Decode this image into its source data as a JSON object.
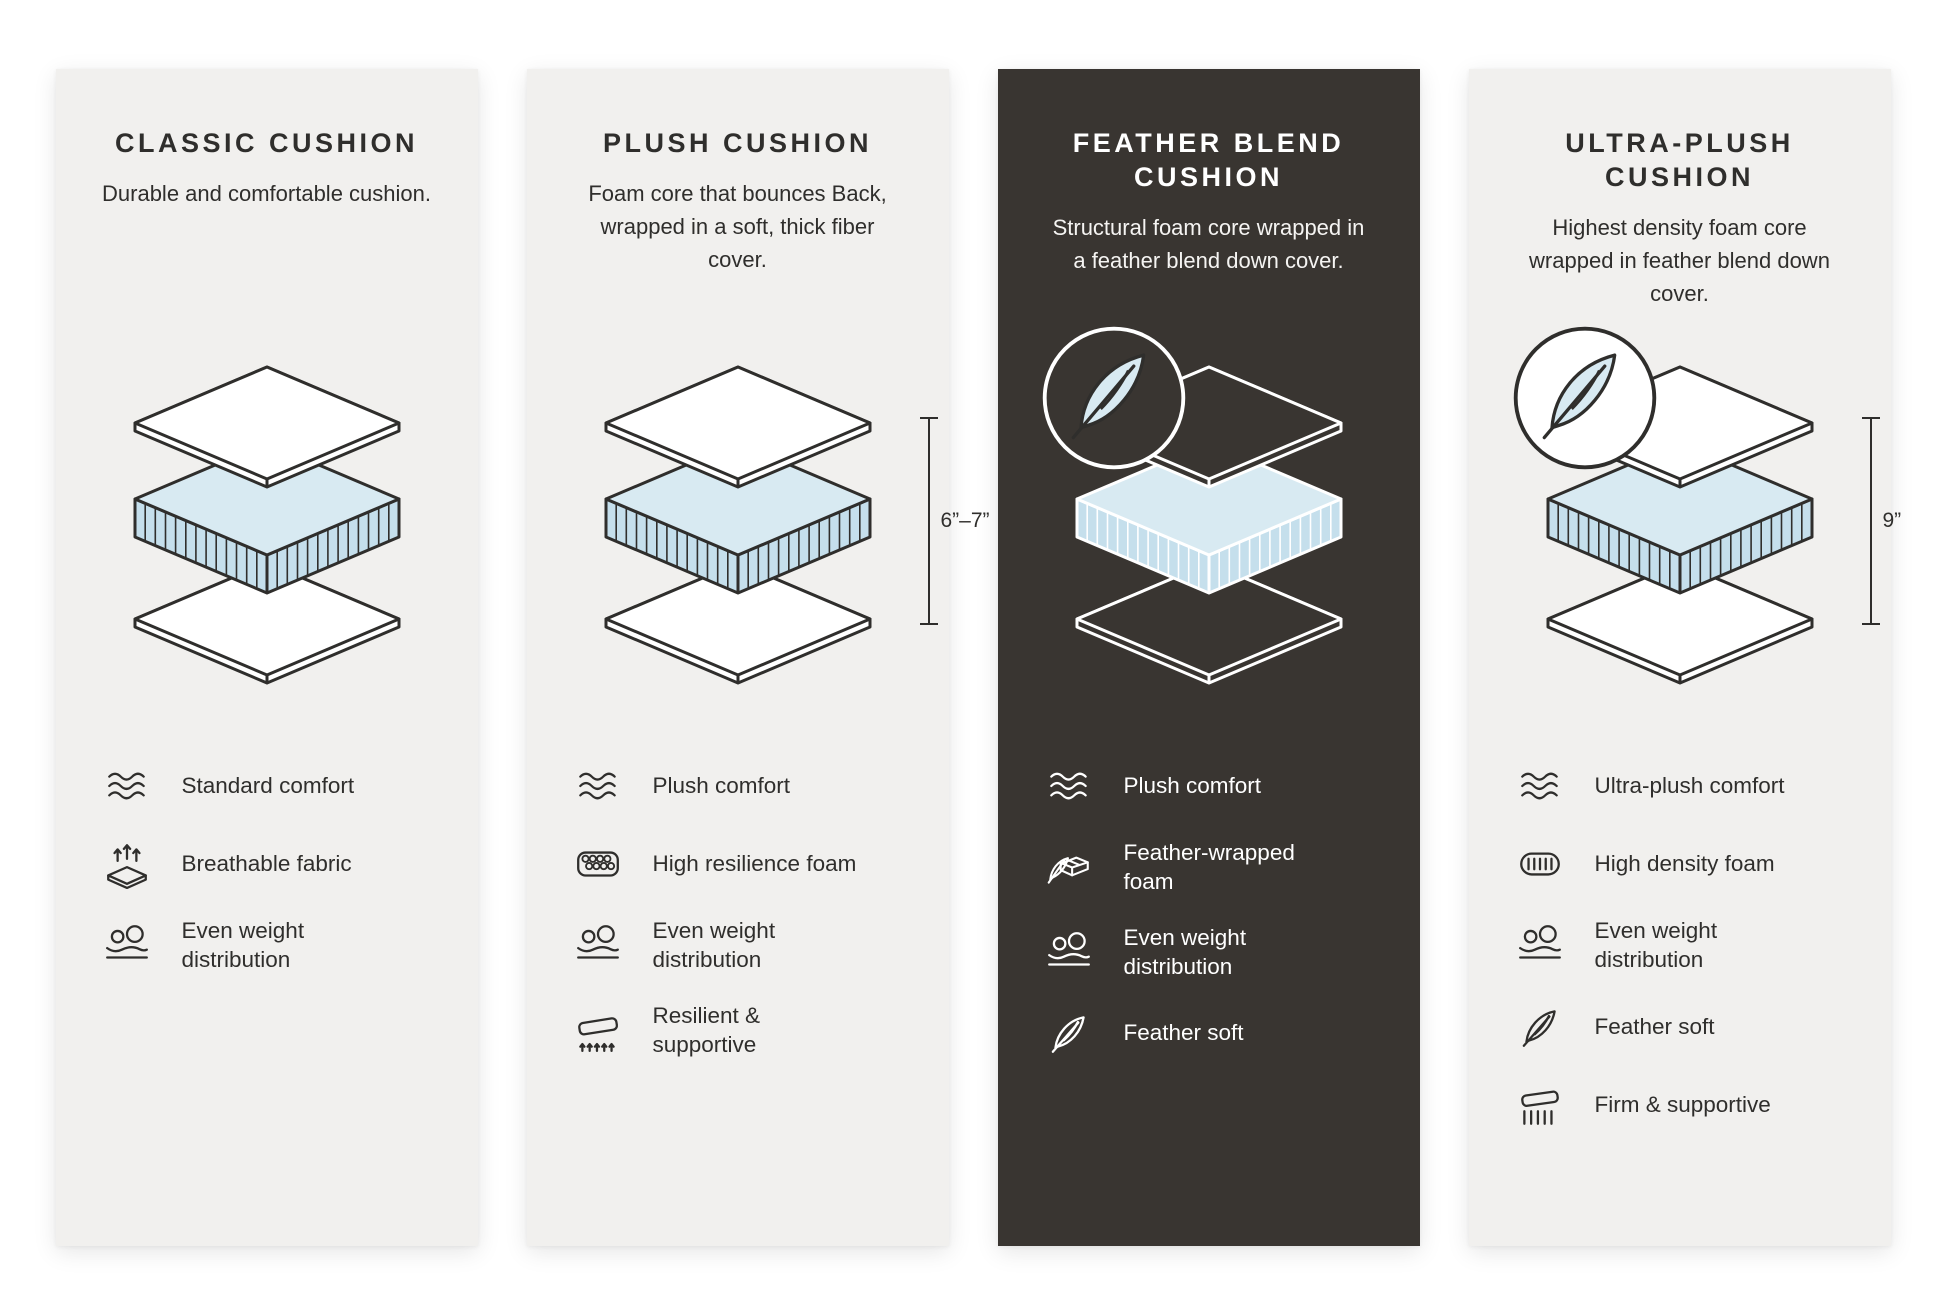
{
  "colors": {
    "background": "#ffffff",
    "card_light_bg": "#f1f0ee",
    "card_dark_bg": "#393531",
    "foam_blue": "#c5dfec",
    "text_dark": "#2f2e2c",
    "text_light": "#ffffff"
  },
  "cards": [
    {
      "title": "CLASSIC CUSHION",
      "description": "Durable and comfortable cushion.",
      "theme": "light",
      "features": [
        {
          "icon": "waves-icon",
          "label": "Standard comfort"
        },
        {
          "icon": "breathable-icon",
          "label": "Breathable fabric"
        },
        {
          "icon": "even-weight-icon",
          "label": "Even weight distribution"
        }
      ]
    },
    {
      "title": "PLUSH CUSHION",
      "description": "Foam core that bounces Back, wrapped in a soft, thick fiber cover.",
      "theme": "light",
      "measurement": "6”–7”",
      "features": [
        {
          "icon": "waves-icon",
          "label": "Plush comfort"
        },
        {
          "icon": "honeycomb-icon",
          "label": "High resilience foam"
        },
        {
          "icon": "even-weight-icon",
          "label": "Even weight distribution"
        },
        {
          "icon": "resilient-icon",
          "label": "Resilient & supportive"
        }
      ]
    },
    {
      "title": "FEATHER BLEND CUSHION",
      "description": "Structural foam core wrapped in a feather blend down cover.",
      "theme": "dark",
      "badge": "feather-badge",
      "features": [
        {
          "icon": "waves-icon",
          "label": "Plush comfort"
        },
        {
          "icon": "feather-foam-icon",
          "label": "Feather-wrapped foam"
        },
        {
          "icon": "even-weight-icon",
          "label": "Even weight distribution"
        },
        {
          "icon": "feather-icon",
          "label": "Feather soft"
        }
      ]
    },
    {
      "title": "ULTRA-PLUSH CUSHION",
      "description": "Highest density foam core wrapped in feather blend down cover.",
      "theme": "light",
      "badge": "feather-badge",
      "measurement": "9”",
      "features": [
        {
          "icon": "waves-icon",
          "label": "Ultra-plush comfort"
        },
        {
          "icon": "hd-foam-icon",
          "label": "High density foam"
        },
        {
          "icon": "even-weight-icon",
          "label": "Even weight distribution"
        },
        {
          "icon": "feather-icon",
          "label": "Feather soft"
        },
        {
          "icon": "firm-icon",
          "label": "Firm & supportive"
        }
      ]
    }
  ]
}
